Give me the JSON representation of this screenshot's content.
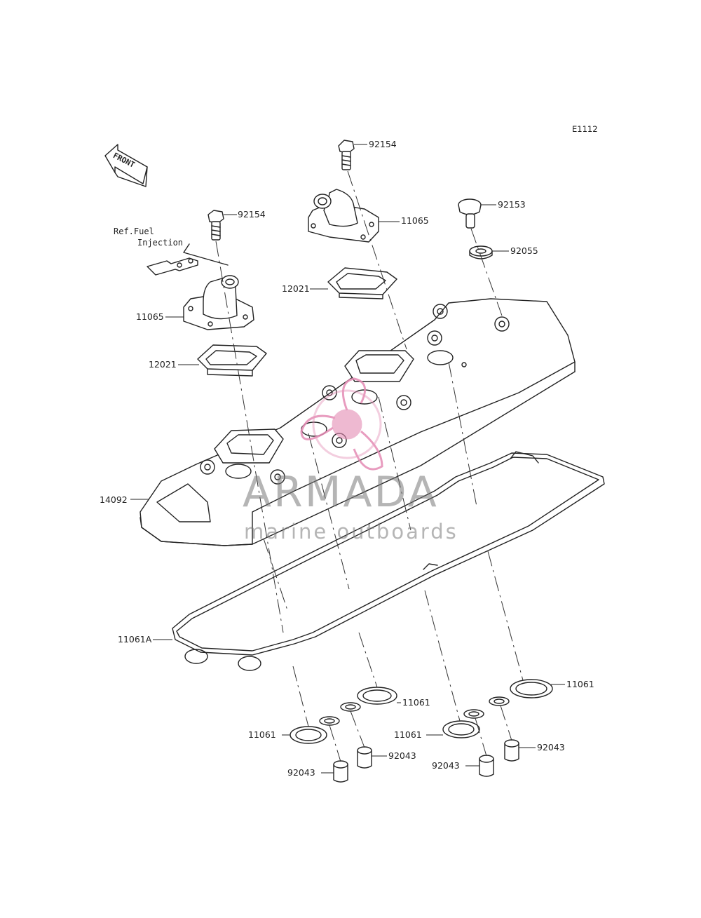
{
  "diagram_code": "E1112",
  "front_label": "FRONT",
  "ref_note": {
    "line1": "Ref.Fuel",
    "line2": "Injection"
  },
  "watermark": {
    "brand": "ARMADA",
    "tagline": "marine outboards",
    "logo_color": "#e48bb4",
    "text_color": "#7a7a7a"
  },
  "parts": {
    "bolt_a": "92154",
    "bolt_b": "92154",
    "screw": "92153",
    "washer": "92055",
    "cap_top": "11065",
    "cap_left": "11065",
    "plate_top": "12021",
    "plate_left": "12021",
    "cover": "14092",
    "gasket": "11061A",
    "plug_r1": "11061",
    "plug_r2": "11061",
    "plug_l1": "11061",
    "plug_l2": "11061",
    "collar_a": "92043",
    "collar_b": "92043",
    "collar_c": "92043",
    "collar_d": "92043"
  }
}
